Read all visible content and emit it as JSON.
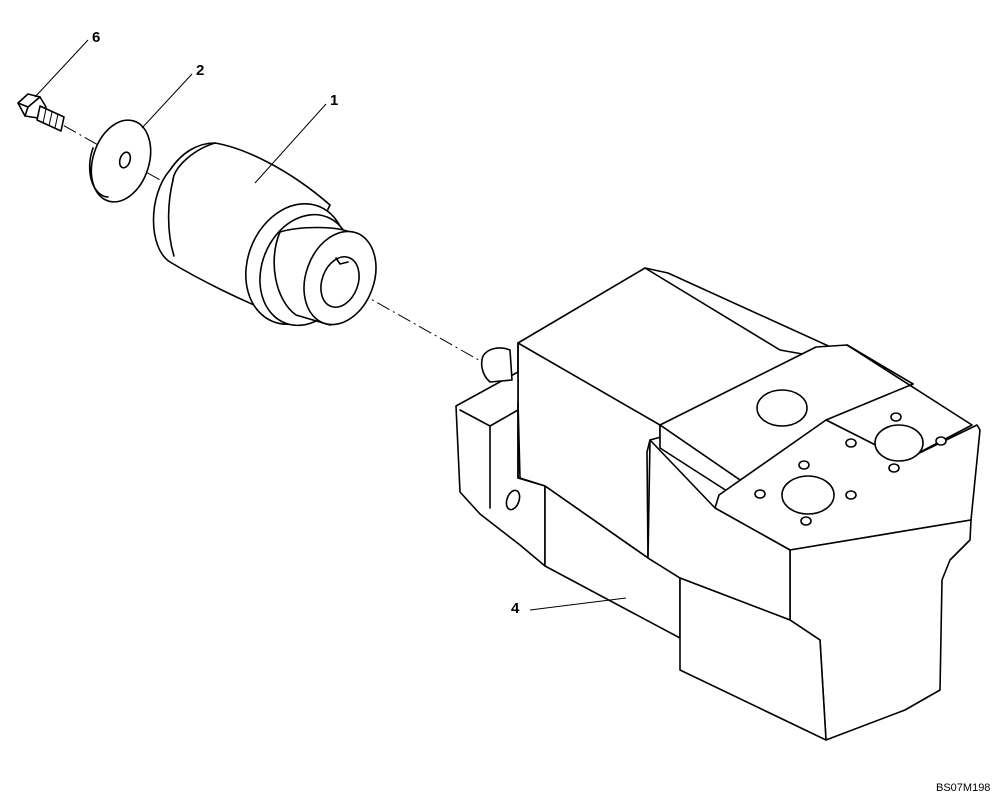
{
  "callouts": [
    {
      "id": "6",
      "label": "6",
      "part": "bolt"
    },
    {
      "id": "2",
      "label": "2",
      "part": "washer"
    },
    {
      "id": "1",
      "label": "1",
      "part": "coupling-hub"
    },
    {
      "id": "4",
      "label": "4",
      "part": "hydraulic-motor"
    }
  ],
  "reference_code": "BS07M198",
  "colors": {
    "line": "#000000",
    "background": "#ffffff"
  }
}
